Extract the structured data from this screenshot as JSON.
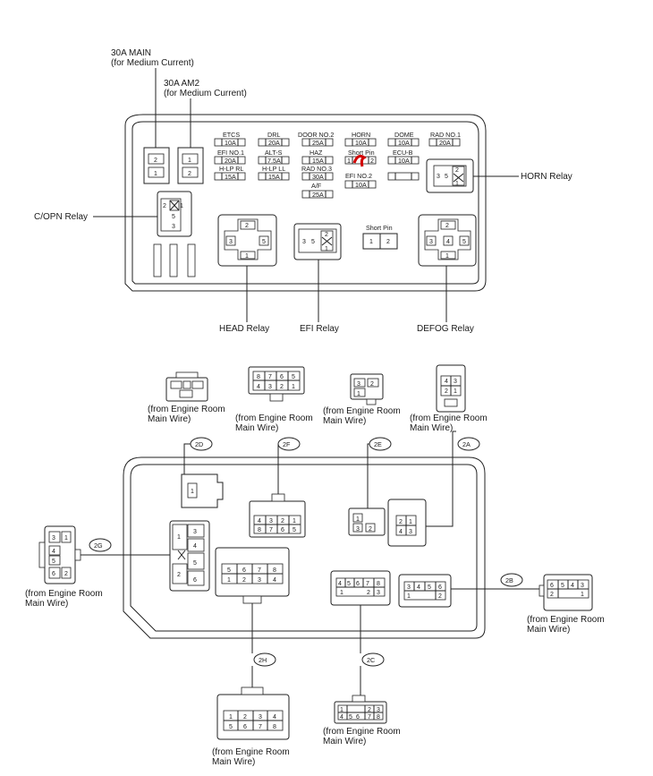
{
  "callouts": {
    "main_30a": "30A MAIN",
    "main_30a_sub": "(for Medium Current)",
    "am2_30a": "30A AM2",
    "am2_30a_sub": "(for Medium Current)",
    "horn_relay": "HORN Relay",
    "copn_relay": "C/OPN Relay",
    "head_relay": "HEAD Relay",
    "efi_relay": "EFI Relay",
    "defog_relay": "DEFOG Relay"
  },
  "fuses": [
    {
      "name": "ETCS",
      "rating": "10A"
    },
    {
      "name": "DRL",
      "rating": "20A"
    },
    {
      "name": "DOOR NO.2",
      "rating": "25A"
    },
    {
      "name": "HORN",
      "rating": "10A"
    },
    {
      "name": "DOME",
      "rating": "10A"
    },
    {
      "name": "RAD NO.1",
      "rating": "20A"
    },
    {
      "name": "EFI NO.1",
      "rating": "20A"
    },
    {
      "name": "ALT-S",
      "rating": "7.5A"
    },
    {
      "name": "HAZ",
      "rating": "15A"
    },
    {
      "name": "ECU-B",
      "rating": "10A"
    },
    {
      "name": "H-LP RL",
      "rating": "15A"
    },
    {
      "name": "H-LP LL",
      "rating": "15A"
    },
    {
      "name": "RAD NO.3",
      "rating": "30A"
    },
    {
      "name": "EFI NO.2",
      "rating": "10A"
    },
    {
      "name": "A/F",
      "rating": "25A"
    }
  ],
  "short_pin_label": "Short Pin",
  "connectors": {
    "c2D": "2D",
    "c2F": "2F",
    "c2E": "2E",
    "c2A": "2A",
    "c2G": "2G",
    "c2B": "2B",
    "c2H": "2H",
    "c2C": "2C"
  },
  "source": {
    "line1": "(from Engine Room",
    "line2": "Main Wire)"
  }
}
